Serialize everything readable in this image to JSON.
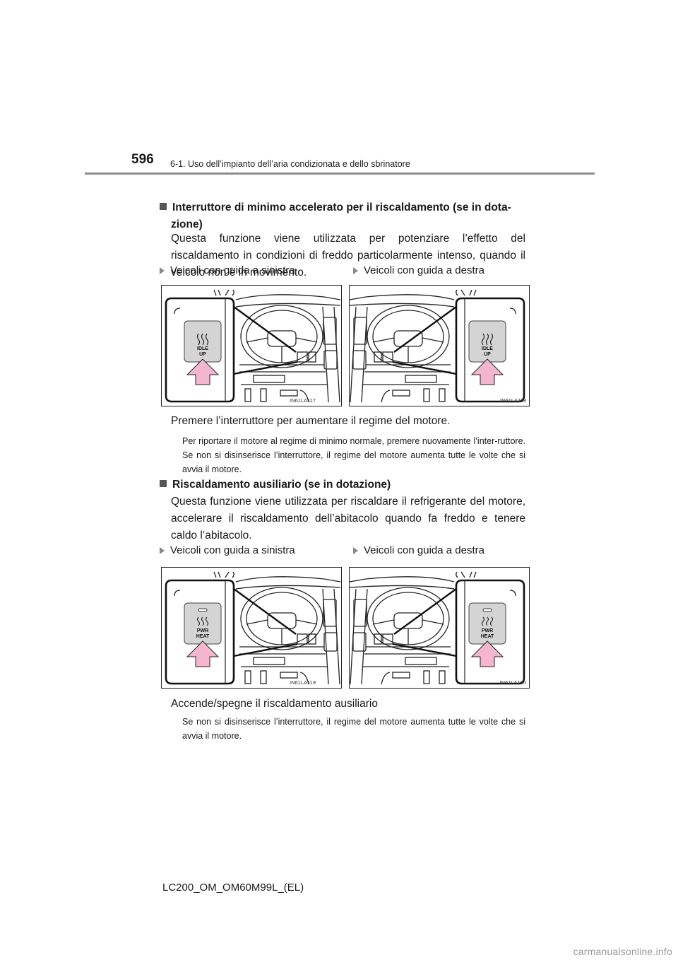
{
  "header": {
    "page_number": "596",
    "chapter": "6-1. Uso dell’impianto dell’aria condizionata e dello sbrinatore"
  },
  "section1": {
    "title_line1": "Interruttore  di  minimo  accelerato  per  il  riscaldamento  (se  in  dota-",
    "title_line2": "zione)",
    "body": "Questa funzione viene utilizzata per potenziare l’effetto del riscaldamento in condizioni di freddo particolarmente intenso, quando il veicolo non è in movimento.",
    "left_label": "Veicoli con guida a sinistra",
    "right_label": "Veicoli con guida a destra",
    "switch_text_line1": "IDLE",
    "switch_text_line2": "UP",
    "left_code": "IN61LA117",
    "right_code": "IN61LA118",
    "caption": "Premere l’interruttore per aumentare il regime del motore.",
    "note": "Per riportare il motore al regime di minimo normale, premere nuovamente l’inter-ruttore. Se non si disinserisce l’interruttore, il regime del motore aumenta tutte le volte che si avvia il motore."
  },
  "section2": {
    "title": "Riscaldamento ausiliario (se in dotazione)",
    "body": "Questa funzione viene utilizzata per riscaldare il refrigerante del motore, accelerare il riscaldamento dell’abitacolo quando fa freddo e tenere caldo l’abitacolo.",
    "left_label": "Veicoli con guida a sinistra",
    "right_label": "Veicoli con guida a destra",
    "switch_text_line1": "PWR",
    "switch_text_line2": "HEAT",
    "left_code": "IN61LA119",
    "right_code": "IN61LA120",
    "caption": "Accende/spegne il riscaldamento ausiliario",
    "note": "Se non si disinserisce l’interruttore, il regime del motore aumenta tutte le volte che si avvia il motore."
  },
  "footer": {
    "doc_id": "LC200_OM_OM60M99L_(EL)"
  },
  "watermark": "carmanualsonline.info",
  "colors": {
    "arrow": "#f4b6cf",
    "switch": "#d4d4d4",
    "rule": "#8c8c8c"
  }
}
